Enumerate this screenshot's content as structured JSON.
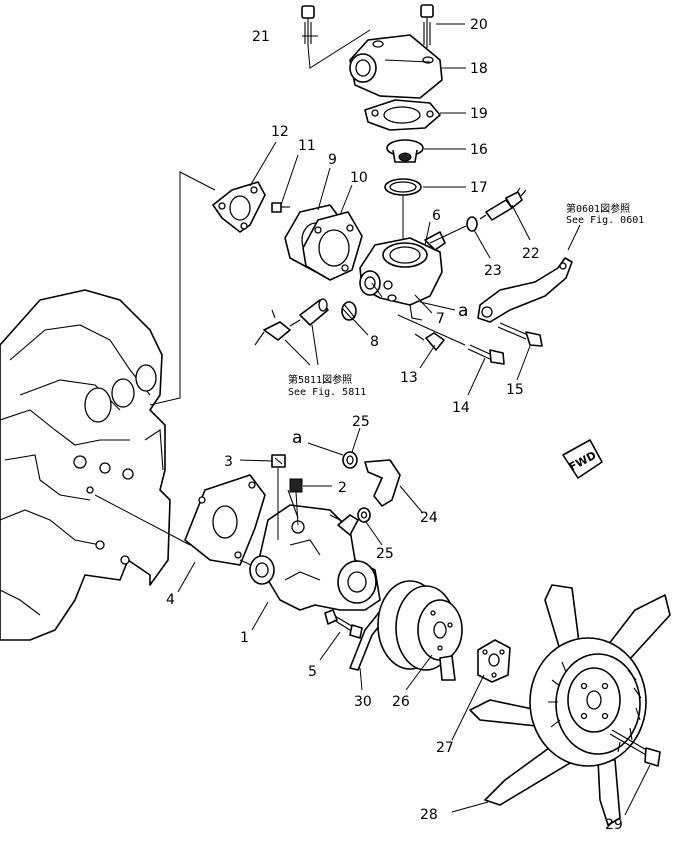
{
  "callouts": {
    "c1": "1",
    "c2": "2",
    "c3": "3",
    "c4": "4",
    "c5": "5",
    "c6": "6",
    "c7": "7",
    "c8": "8",
    "c9": "9",
    "c10": "10",
    "c11": "11",
    "c12": "12",
    "c13": "13",
    "c14": "14",
    "c15": "15",
    "c16": "16",
    "c17": "17",
    "c18": "18",
    "c19": "19",
    "c20": "20",
    "c21": "21",
    "c22": "22",
    "c23": "23",
    "c24": "24",
    "c25a": "25",
    "c25b": "25",
    "c26": "26",
    "c27": "27",
    "c28": "28",
    "c29": "29",
    "c30": "30"
  },
  "connection_markers": {
    "a_upper": "a",
    "a_lower": "a"
  },
  "references": {
    "fig0601_jp": "第0601図参照",
    "fig0601_en": "See Fig. 0601",
    "fig5811_jp": "第5811図参照",
    "fig5811_en": "See Fig. 5811"
  },
  "direction_badge": "FWD"
}
